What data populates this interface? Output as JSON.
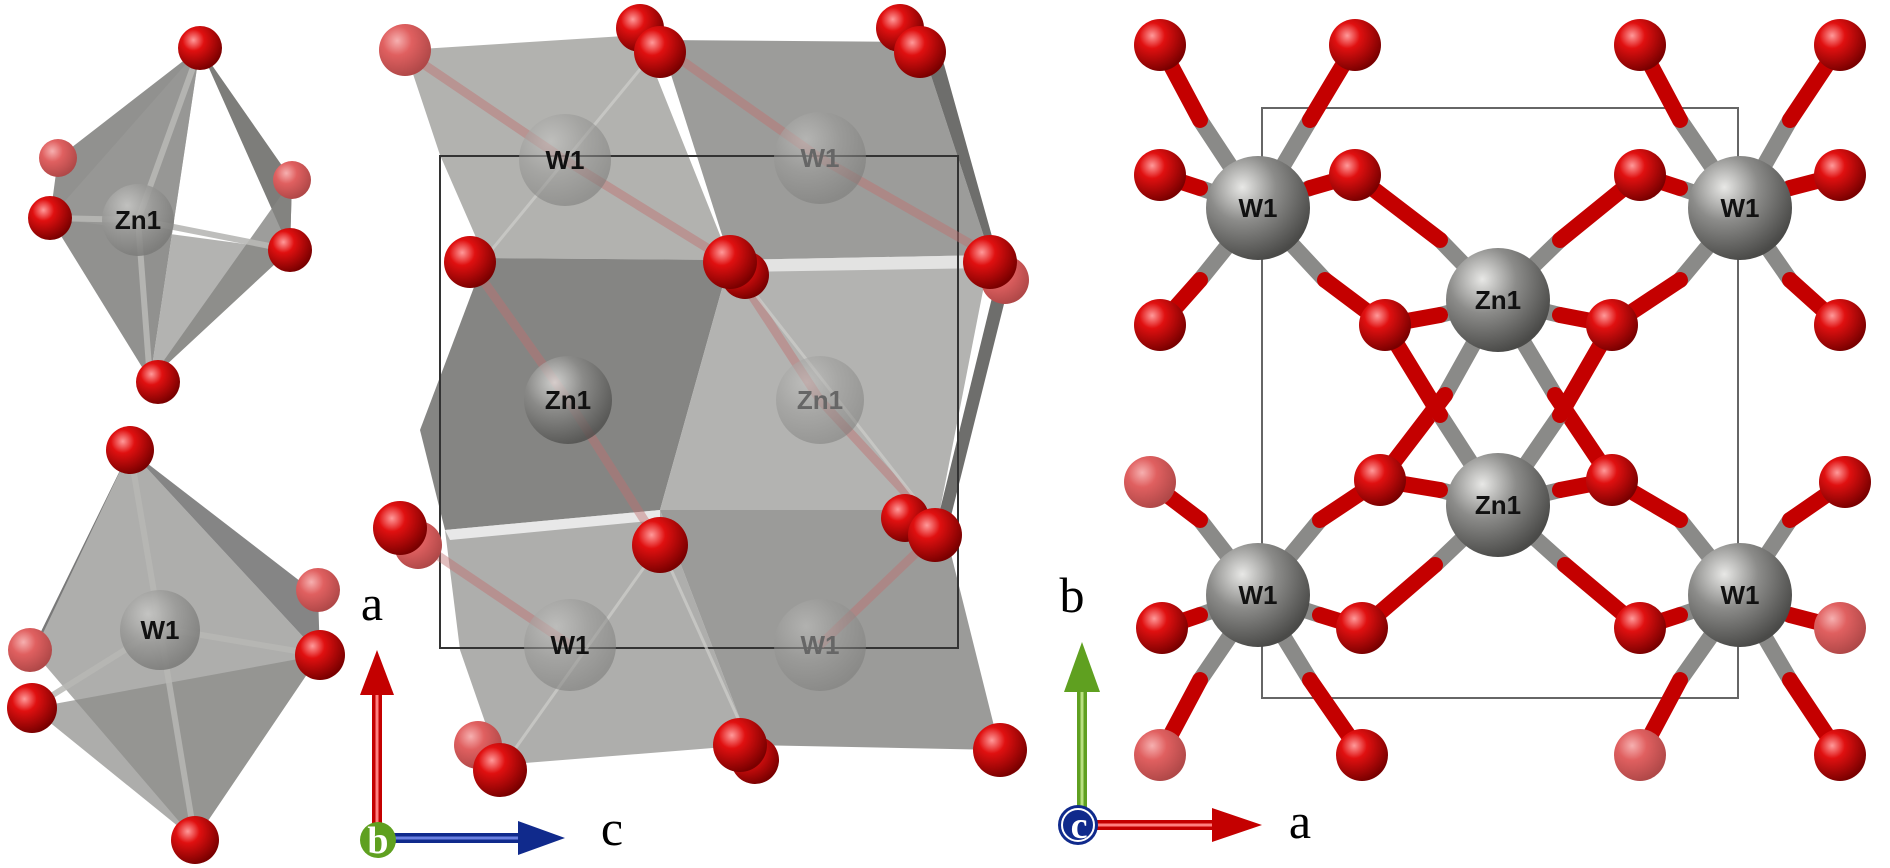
{
  "atoms": {
    "zinc": "Zn1",
    "tungsten": "W1"
  },
  "axes_left": {
    "vertical": "a",
    "horizontal": "c",
    "origin": "b"
  },
  "axes_right": {
    "vertical": "b",
    "horizontal": "a",
    "origin": "c"
  },
  "colors": {
    "oxygen": "#cc0000",
    "metal": "#8a8a88",
    "polyhedron": "#8f8f8c",
    "axis_a": "#c40000",
    "axis_b": "#5fa020",
    "axis_c": "#102a8c"
  }
}
